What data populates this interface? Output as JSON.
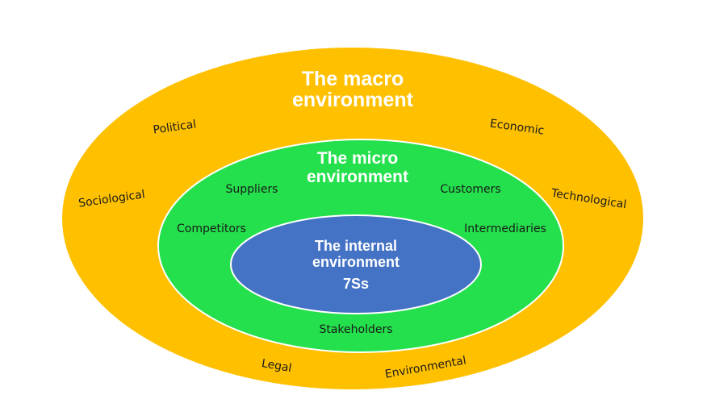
{
  "colors": {
    "macro_fill": "#FFC000",
    "micro_fill": "#24E04C",
    "internal_fill": "#4472C4",
    "ring_stroke": "#ffffff",
    "title_text": "#ffffff",
    "factor_text": "#1a1a1a"
  },
  "macro": {
    "title_line1": "The macro",
    "title_line2": "environment",
    "factors": {
      "political": "Political",
      "economic": "Economic",
      "sociological": "Sociological",
      "technological": "Technological",
      "legal": "Legal",
      "environmental": "Environmental"
    }
  },
  "micro": {
    "title_line1": "The micro",
    "title_line2": "environment",
    "factors": {
      "suppliers": "Suppliers",
      "customers": "Customers",
      "competitors": "Competitors",
      "intermediaries": "Intermediaries",
      "stakeholders": "Stakeholders"
    }
  },
  "internal": {
    "title_line1": "The internal",
    "title_line2": "environment",
    "subtitle": "7Ss"
  }
}
